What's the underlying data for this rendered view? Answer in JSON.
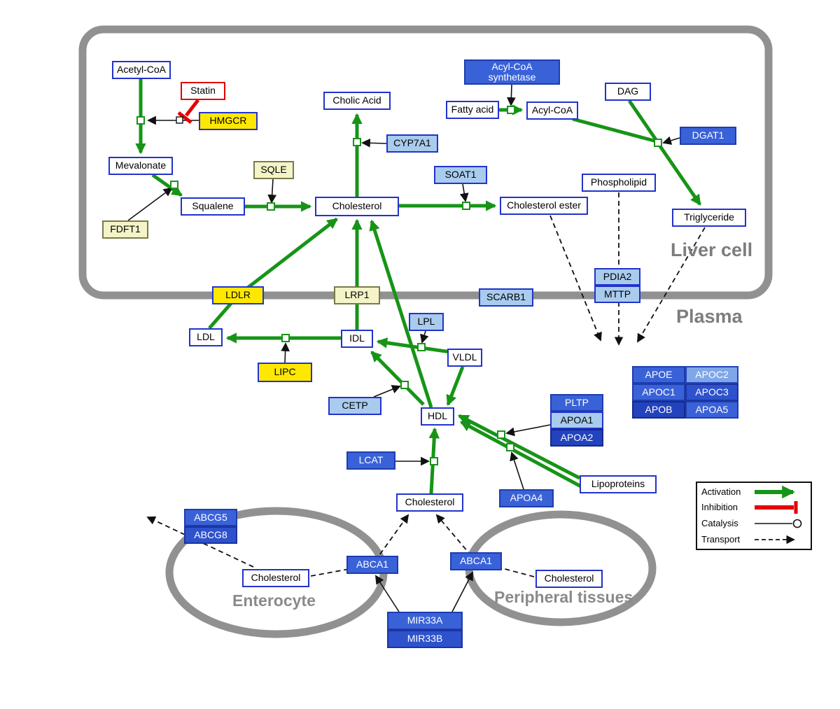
{
  "regions": {
    "liver_cell": "Liver cell",
    "plasma": "Plasma",
    "enterocyte": "Enterocyte",
    "peripheral_tissues": "Peripheral tissues"
  },
  "legend": {
    "activation": "Activation",
    "inhibition": "Inhibition",
    "catalysis": "Catalysis",
    "transport": "Transport"
  },
  "colors": {
    "activation_green": "#179417",
    "inhibition_red": "#E30000",
    "membrane_gray": "#919191",
    "metabolite_border_blue": "#2233CC",
    "enzyme_yellow": "#FFE800",
    "enzyme_pale_yellow": "#F4F4C8",
    "enzyme_light_blue": "#A9CBEE",
    "enzyme_blue": "#3A62D8",
    "enzyme_dark_blue": "#2342BD"
  },
  "nodes": {
    "acetyl_coa": {
      "label": "Acetyl-CoA"
    },
    "statin": {
      "label": "Statin"
    },
    "hmgcr": {
      "label": "HMGCR"
    },
    "mevalonate": {
      "label": "Mevalonate"
    },
    "sqle": {
      "label": "SQLE"
    },
    "fdft1": {
      "label": "FDFT1"
    },
    "squalene": {
      "label": "Squalene"
    },
    "cholesterol_liver": {
      "label": "Cholesterol"
    },
    "cholic_acid": {
      "label": "Cholic Acid"
    },
    "cyp7a1": {
      "label": "CYP7A1"
    },
    "soat1": {
      "label": "SOAT1"
    },
    "cholesterol_ester": {
      "label": "Cholesterol ester"
    },
    "acyl_coa_synthetase": {
      "label": "Acyl-CoA synthetase"
    },
    "fatty_acid": {
      "label": "Fatty acid"
    },
    "acyl_coa": {
      "label": "Acyl-CoA"
    },
    "dag": {
      "label": "DAG"
    },
    "dgat1": {
      "label": "DGAT1"
    },
    "phospholipid": {
      "label": "Phospholipid"
    },
    "triglyceride": {
      "label": "Triglyceride"
    },
    "pdia2": {
      "label": "PDIA2"
    },
    "mttp": {
      "label": "MTTP"
    },
    "ldlr": {
      "label": "LDLR"
    },
    "lrp1": {
      "label": "LRP1"
    },
    "scarb1": {
      "label": "SCARB1"
    },
    "ldl": {
      "label": "LDL"
    },
    "idl": {
      "label": "IDL"
    },
    "lpl": {
      "label": "LPL"
    },
    "vldl": {
      "label": "VLDL"
    },
    "lipc": {
      "label": "LIPC"
    },
    "cetp": {
      "label": "CETP"
    },
    "hdl": {
      "label": "HDL"
    },
    "pltp": {
      "label": "PLTP"
    },
    "apoa1": {
      "label": "APOA1"
    },
    "apoa2": {
      "label": "APOA2"
    },
    "apoe": {
      "label": "APOE"
    },
    "apoc2": {
      "label": "APOC2"
    },
    "apoc1": {
      "label": "APOC1"
    },
    "apoc3": {
      "label": "APOC3"
    },
    "apob": {
      "label": "APOB"
    },
    "apoa5": {
      "label": "APOA5"
    },
    "lcat": {
      "label": "LCAT"
    },
    "cholesterol_plasma": {
      "label": "Cholesterol"
    },
    "apoa4": {
      "label": "APOA4"
    },
    "lipoproteins": {
      "label": "Lipoproteins"
    },
    "abcg5": {
      "label": "ABCG5"
    },
    "abcg8": {
      "label": "ABCG8"
    },
    "cholesterol_enterocyte": {
      "label": "Cholesterol"
    },
    "abca1_enterocyte": {
      "label": "ABCA1"
    },
    "abca1_peripheral": {
      "label": "ABCA1"
    },
    "cholesterol_peripheral": {
      "label": "Cholesterol"
    },
    "mir33a": {
      "label": "MIR33A"
    },
    "mir33b": {
      "label": "MIR33B"
    }
  }
}
